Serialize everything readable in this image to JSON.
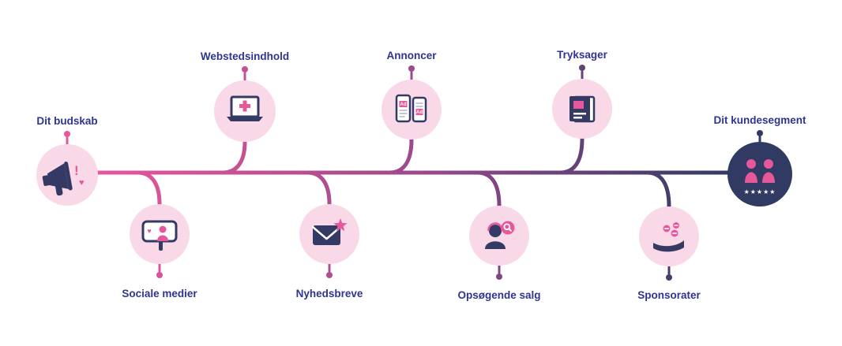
{
  "diagram": {
    "start": {
      "label": "Dit budskab",
      "icon": "megaphone-icon"
    },
    "end": {
      "label": "Dit kundesegment",
      "icon": "customers-rating-icon",
      "stars": "★★★★★"
    },
    "channels": [
      {
        "label": "Sociale medier",
        "icon": "selfie-phone-icon",
        "position": "bottom"
      },
      {
        "label": "Webstedsindhold",
        "icon": "laptop-plus-icon",
        "position": "top"
      },
      {
        "label": "Nyhedsbreve",
        "icon": "newsletter-envelope-icon",
        "position": "bottom"
      },
      {
        "label": "Annoncer",
        "icon": "mobile-ads-icon",
        "position": "top",
        "ad_text": "Ad"
      },
      {
        "label": "Opsøgende salg",
        "icon": "sales-call-icon",
        "position": "bottom"
      },
      {
        "label": "Tryksager",
        "icon": "brochure-icon",
        "position": "top"
      },
      {
        "label": "Sponsorater",
        "icon": "sponsorship-hand-icon",
        "position": "bottom"
      }
    ],
    "decorations": {
      "exclamation": "!",
      "heart": "♥"
    },
    "colors": {
      "light_pink": "#F9D9E7",
      "pink": "#E7579B",
      "navy": "#343A63",
      "end_circle_navy": "#303A63",
      "label_blue": "#2D3590",
      "line_gradient_start": "#E7579B",
      "line_gradient_mid": "#9C4A8C",
      "line_gradient_end": "#303A63"
    }
  }
}
